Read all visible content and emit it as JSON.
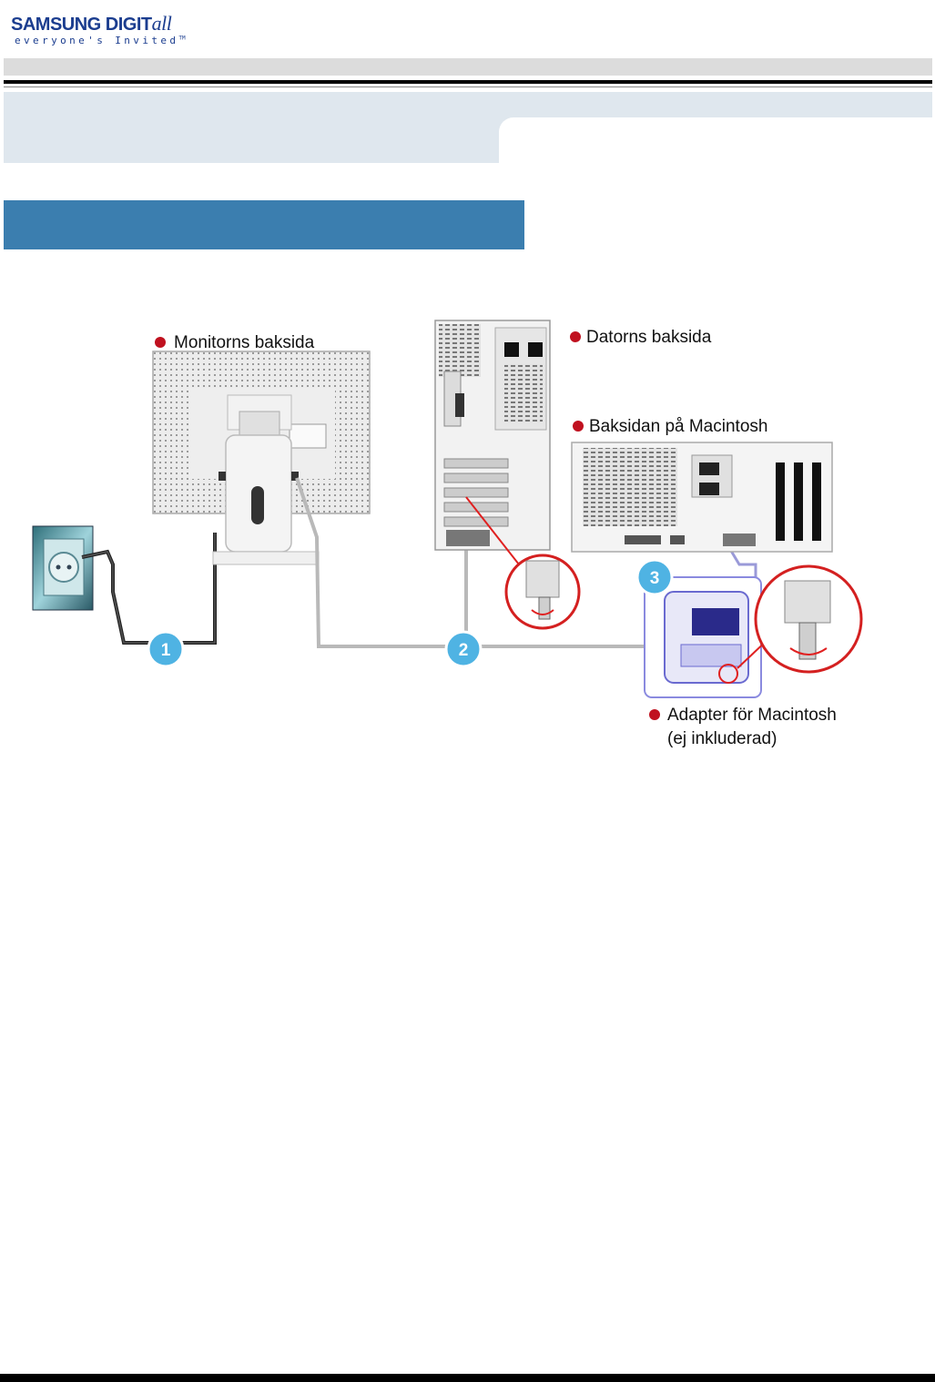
{
  "header": {
    "logo_main": "SAMSUNG DIGIT",
    "logo_all": "all",
    "logo_tagline": "everyone's Invited",
    "logo_tm": "TM"
  },
  "diagram": {
    "labels": {
      "monitor_back": "Monitorns baksida",
      "computer_back": "Datorns baksida",
      "mac_back": "Baksidan på Macintosh",
      "adapter_line1": "Adapter för Macintosh",
      "adapter_line2": "(ej inkluderad)"
    },
    "steps": [
      "1",
      "2",
      "3"
    ]
  },
  "colors": {
    "section_band": "#dfe7ee",
    "title_bar": "#3b7eaf",
    "step_badge": "#4fb3e3",
    "bullet": "#c0111f",
    "cable": "#b9b9b9",
    "logo": "#1b3d8f"
  }
}
